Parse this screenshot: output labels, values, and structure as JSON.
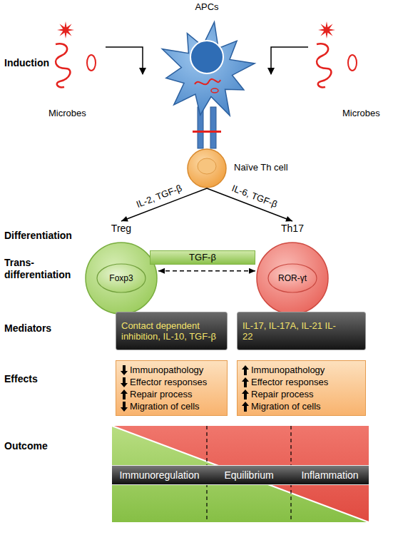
{
  "diagram": {
    "nodes": [
      {
        "text": [
          "APCs"
        ]
      },
      {
        "text": [
          "Naïve Th cell"
        ]
      },
      {
        "text": [
          "Treg"
        ]
      },
      {
        "text": [
          "Foxp3"
        ],
        "in": 2
      },
      {
        "text": [
          "TGF-β"
        ]
      },
      {
        "text": [
          "Th17"
        ]
      },
      {
        "text": [
          "ROR-γt"
        ],
        "in": 5
      },
      {
        "text": [
          "Contact dependent inhibition, IL-10, TGF-β"
        ]
      },
      {
        "text": [
          "IL-17, IL-17A, IL-21 IL-22"
        ]
      },
      {
        "text": [
          "Immunopathology",
          "Effector responses",
          "Repair process",
          "Migration of cells"
        ]
      },
      {
        "text": [
          "Immunopathology",
          "Effector responses",
          "Repair process",
          "Migration of cells"
        ]
      },
      {
        "text": [
          "Immunoregulation"
        ]
      },
      {
        "text": [
          "Equilibrium"
        ]
      },
      {
        "text": [
          "Inflammation"
        ]
      }
    ],
    "edges": [
      {
        "from": 1,
        "to": 2,
        "arrow": "to",
        "label": "IL-2, TGF-β"
      },
      {
        "from": 1,
        "to": 5,
        "arrow": "to",
        "label": "IL-6, TGF-β"
      },
      {
        "from": 2,
        "to": 5,
        "arrow": "both"
      }
    ],
    "labels": [
      "Induction",
      "Microbes",
      "Microbes",
      "Differentiation",
      "Trans- differentiation",
      "Mediators",
      "Effects",
      "Outcome"
    ]
  }
}
